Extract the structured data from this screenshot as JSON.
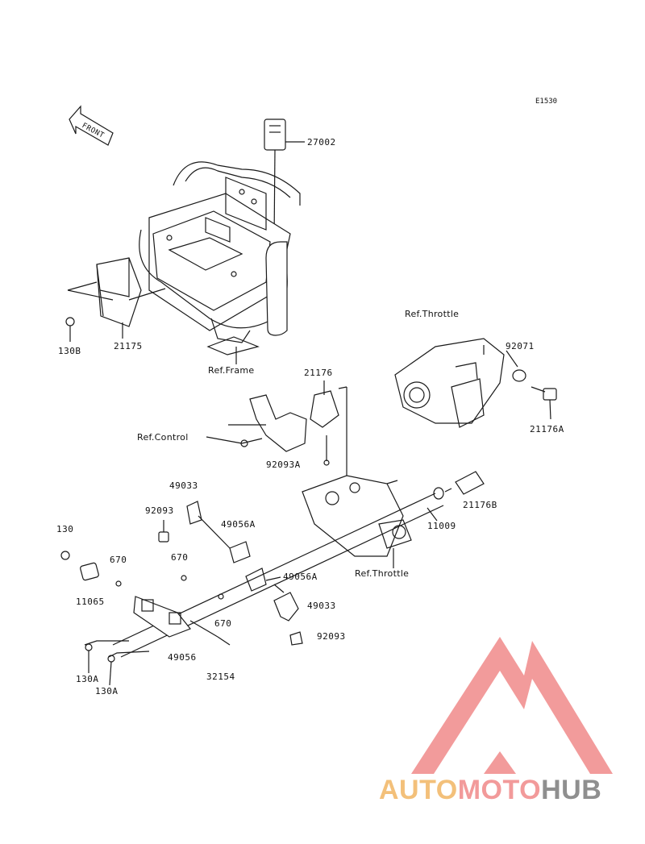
{
  "diagram_code": "E1530",
  "front_arrow_label": "FRONT",
  "references": {
    "throttle_top": "Ref.Throttle",
    "frame": "Ref.Frame",
    "control": "Ref.Control",
    "throttle_bottom": "Ref.Throttle"
  },
  "parts": [
    "27002",
    "21175",
    "130B",
    "21176",
    "92071",
    "21176A",
    "92093A",
    "21176B",
    "49033",
    "92093",
    "49056A",
    "130",
    "670",
    "670",
    "11009",
    "49056A",
    "11065",
    "670",
    "49033",
    "92093",
    "49056",
    "130A",
    "130A",
    "32154"
  ],
  "watermark": {
    "part1": "AUTO",
    "part2": "MOTO",
    "part3": "HUB"
  },
  "colors": {
    "line": "#1a1a1a",
    "watermark_red": "#f08a8a",
    "watermark_orange": "#f3c07a",
    "watermark_gray": "#8f8f8f"
  }
}
